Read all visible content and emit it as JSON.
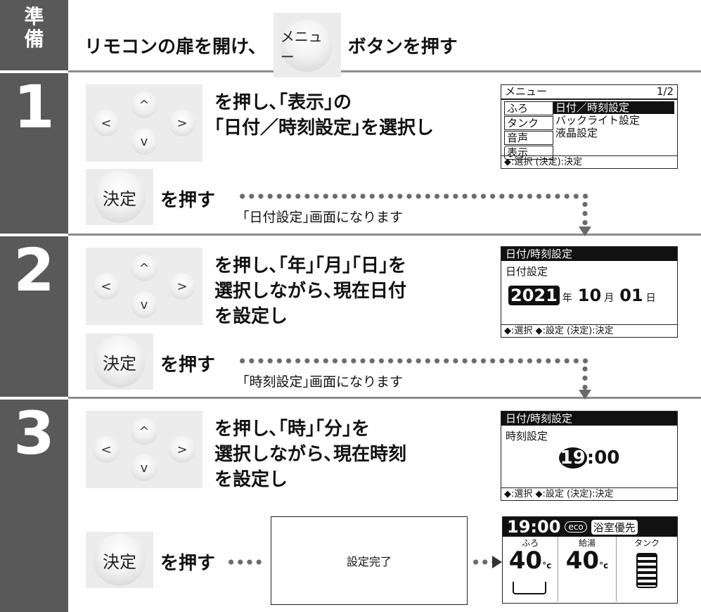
{
  "prep": {
    "label": "準\n備",
    "text_before": "リモコンの扉を開け、",
    "menu_button": "メニュー",
    "text_after": "ボタンを押す"
  },
  "steps": [
    {
      "num": "1",
      "instruction": "を押し､｢表示｣の\n｢日付／時刻設定｣を選択し",
      "decide_button": "決定",
      "push": "を押す",
      "note": "｢日付設定｣画面になります"
    },
    {
      "num": "2",
      "instruction": "を押し､｢年｣｢月｣｢日｣を\n選択しながら､現在日付\nを設定し",
      "decide_button": "決定",
      "push": "を押す",
      "note": "｢時刻設定｣画面になります"
    },
    {
      "num": "3",
      "instruction": "を押し､｢時｣｢分｣を\n選択しながら､現在時刻\nを設定し",
      "decide_button": "決定",
      "push": "を押す",
      "done_text": "設定完了"
    }
  ],
  "arrows": {
    "up": "^",
    "down": "v",
    "left": "<",
    "right": ">"
  },
  "screen_menu": {
    "title": "メニュー",
    "page": "1/2",
    "left_items": [
      "ふろ",
      "タンク",
      "音声",
      "表示"
    ],
    "right_items": [
      "日付／時刻設定",
      "バックライト設定",
      "液晶設定"
    ],
    "footer": "◆:選択 (決定):決定"
  },
  "screen_date": {
    "title": "日付/時刻設定",
    "subtitle": "日付設定",
    "year": "2021",
    "year_unit": "年",
    "month": "10",
    "month_unit": "月",
    "day": "01",
    "day_unit": "日",
    "footer": "◆:選択 ◆:設定 (決定):決定"
  },
  "screen_time": {
    "title": "日付/時刻設定",
    "subtitle": "時刻設定",
    "hour": "19",
    "minute": ":00",
    "footer": "◆:選択 ◆:設定 (決定):決定"
  },
  "screen_home": {
    "time": "19:00",
    "eco": "eco",
    "mode": "浴室優先",
    "bath_label": "ふろ",
    "bath_temp": "40",
    "supply_label": "給湯",
    "supply_temp": "40",
    "degree": "°c",
    "tank_label": "タンク"
  }
}
